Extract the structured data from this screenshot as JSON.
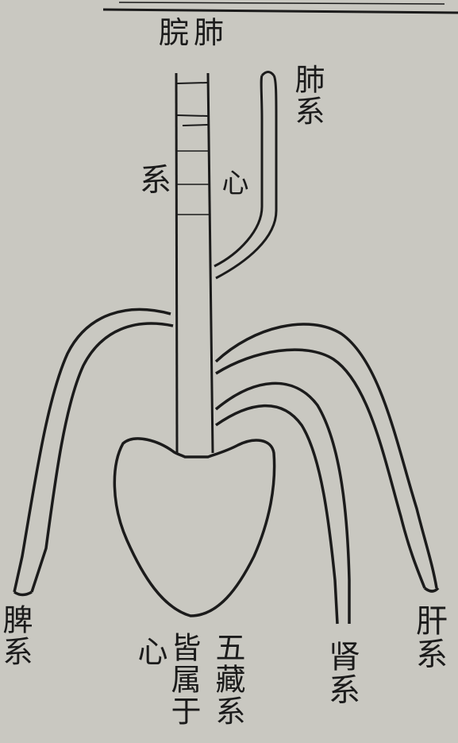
{
  "page": {
    "paper_color": "#c9c8c1",
    "ink_color": "#1b1b1b"
  },
  "labels": {
    "title": "脘肺",
    "lung_connection": "肺系",
    "trachea_side": "系",
    "heart_top": "心",
    "spleen_connection": "脾系",
    "heart_bottom": "心",
    "all_belong": "皆属于",
    "five_viscera": "五藏系",
    "kidney_connection": "肾系",
    "liver_connection": "肝系"
  }
}
